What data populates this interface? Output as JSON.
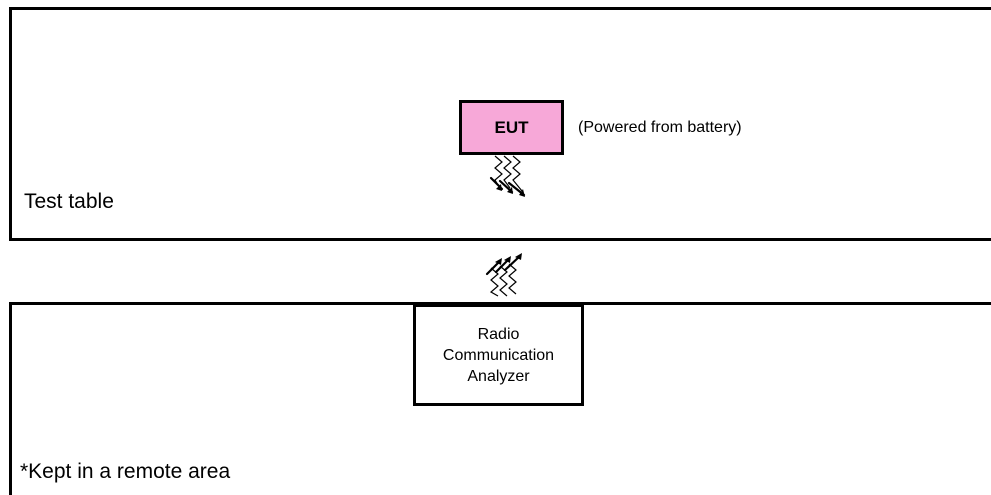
{
  "eut": {
    "label": "EUT",
    "note": "(Powered from battery)",
    "fill": "#f7a8d8"
  },
  "test_table": {
    "label": "Test table"
  },
  "analyzer": {
    "lines": [
      "Radio",
      "Communication",
      "Analyzer"
    ]
  },
  "remote_area": {
    "label": "*Kept in a remote area"
  },
  "icons": {
    "eut_emission": "radio-wave-arrows-down-icon",
    "analyzer_reception": "radio-wave-arrows-up-icon"
  }
}
